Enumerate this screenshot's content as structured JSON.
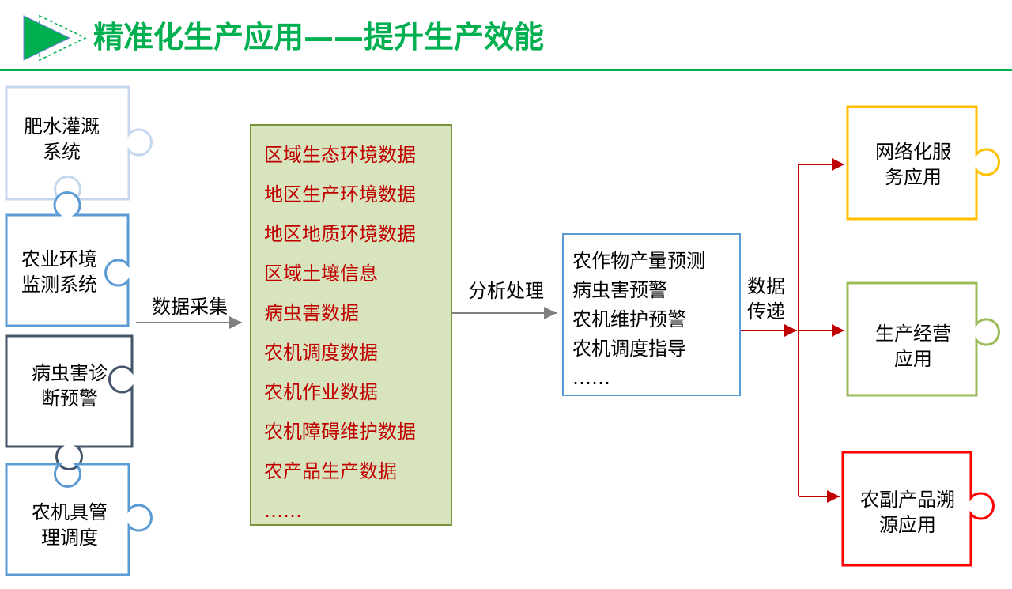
{
  "header": {
    "title": "精准化生产应用——提升生产效能",
    "icon": "play-triangle-icon",
    "accent": "#00b050"
  },
  "left_modules": [
    {
      "line1": "肥水灌溉",
      "line2": "系统",
      "color": "#c5d7ee"
    },
    {
      "line1": "农业环境",
      "line2": "监测系统",
      "color": "#5b9bd5"
    },
    {
      "line1": "病虫害诊",
      "line2": "断预警",
      "color": "#44546a"
    },
    {
      "line1": "农机具管",
      "line2": "理调度",
      "color": "#5b9bd5"
    }
  ],
  "arrows": {
    "collect": "数据采集",
    "analyze": "分析处理",
    "transfer_1": "数据",
    "transfer_2": "传递"
  },
  "data_list": {
    "items": [
      "区域生态环境数据",
      "地区生产环境数据",
      "地区地质环境数据",
      "区域土壤信息",
      "病虫害数据",
      "农机调度数据",
      "农机作业数据",
      "农机障碍维护数据",
      "农产品生产数据",
      "……"
    ],
    "text_color": "#c00000"
  },
  "analysis": {
    "items": [
      "农作物产量预测",
      "病虫害预警",
      "农机维护预警",
      "农机调度指导",
      "……"
    ]
  },
  "right_modules": [
    {
      "line1": "网络化服",
      "line2": "务应用",
      "color": "#ffc000"
    },
    {
      "line1": "生产经营",
      "line2": "应用",
      "color": "#9bbb59"
    },
    {
      "line1": "农副产品溯",
      "line2": "源应用",
      "color": "#ff0000"
    }
  ]
}
